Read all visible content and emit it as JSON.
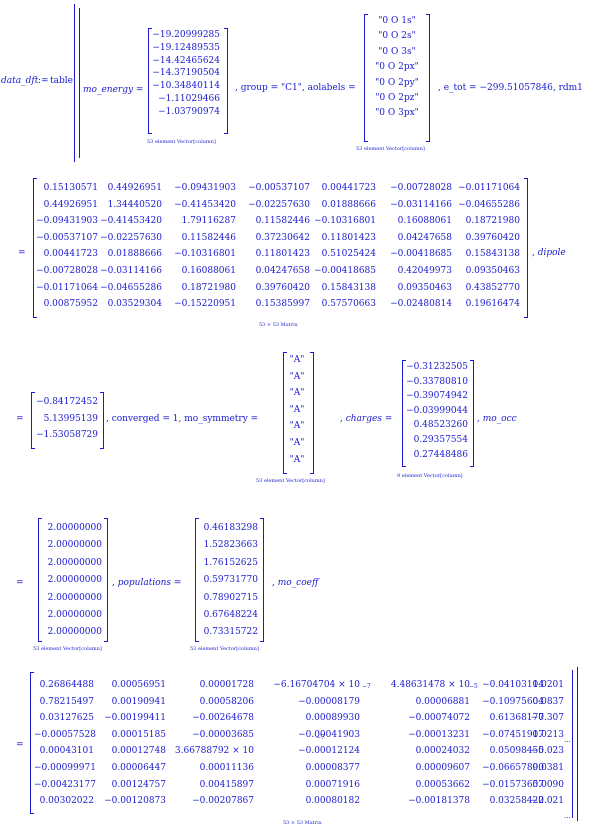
{
  "row1": {
    "lhs": "data_dft",
    "assign": ":=",
    "func": "table",
    "mo_energy_label": "mo_energy =",
    "mo_energy": [
      "−19.20999285",
      "−19.12489535",
      "−14.42465624",
      "−14.37190504",
      "−10.34840114",
      "−1.11029466",
      "−1.03790974"
    ],
    "mo_energy_caption": "53 element Vector[column]",
    "group_text": ", group = \"C1\", aolabels =",
    "aolabels": [
      "\"0 O 1s\"",
      "\"0 O 2s\"",
      "\"0 O 3s\"",
      "\"0 O 2px\"",
      "\"0 O 2py\"",
      "\"0 O 2pz\"",
      "\"0 O 3px\""
    ],
    "aolabels_caption": "53 element Vector[column]",
    "etot_text": ", e_tot = −299.51057846, rdm1"
  },
  "rdm1": {
    "prefix": "=",
    "columns": [
      [
        "0.15130571",
        "0.44926951",
        "−0.09431903",
        "−0.00537107",
        "0.00441723",
        "−0.00728028",
        "−0.01171064",
        "0.00875952"
      ],
      [
        "0.44926951",
        "1.34440520",
        "−0.41453420",
        "−0.02257630",
        "0.01888666",
        "−0.03114166",
        "−0.04655286",
        "0.03529304"
      ],
      [
        "−0.09431903",
        "−0.41453420",
        "1.79116287",
        "0.11582446",
        "−0.10316801",
        "0.16088061",
        "0.18721980",
        "−0.15220951"
      ],
      [
        "−0.00537107",
        "−0.02257630",
        "0.11582446",
        "0.37230642",
        "0.11801423",
        "0.04247658",
        "0.39760420",
        "0.15385997"
      ],
      [
        "0.00441723",
        "0.01888666",
        "−0.10316801",
        "0.11801423",
        "0.51025424",
        "−0.00418685",
        "0.15843138",
        "0.57570663"
      ],
      [
        "−0.00728028",
        "−0.03114166",
        "0.16088061",
        "0.04247658",
        "−0.00418685",
        "0.42049973",
        "0.09350463",
        "−0.02480814"
      ],
      [
        "−0.01171064",
        "−0.04655286",
        "0.18721980",
        "0.39760420",
        "0.15843138",
        "0.09350463",
        "0.43852770",
        "0.19616474"
      ]
    ],
    "suffix": ", dipole",
    "caption": "53 × 53 Matrix"
  },
  "row3": {
    "prefix": "=",
    "dipole": [
      "−0.84172452",
      "5.13995139",
      "−1.53058729"
    ],
    "mid_text": ", converged = 1, mo_symmetry =",
    "mo_symmetry": [
      "\"A\"",
      "\"A\"",
      "\"A\"",
      "\"A\"",
      "\"A\"",
      "\"A\"",
      "\"A\""
    ],
    "mo_symmetry_caption": "53 element Vector[column]",
    "charges_label": ", charges =",
    "charges": [
      "−0.31232505",
      "−0.33780810",
      "−0.39074942",
      "−0.03999044",
      "0.48523260",
      "0.29357554",
      "0.27448486"
    ],
    "charges_caption": "9 element Vector[column]",
    "suffix": ", mo_occ"
  },
  "row4": {
    "prefix": "=",
    "mo_occ": [
      "2.00000000",
      "2.00000000",
      "2.00000000",
      "2.00000000",
      "2.00000000",
      "2.00000000",
      "2.00000000"
    ],
    "mo_occ_caption": "53 element Vector[column]",
    "populations_label": ", populations =",
    "populations": [
      "0.46183298",
      "1.52823663",
      "1.76152625",
      "0.59731770",
      "0.78902715",
      "0.67648224",
      "0.73315722"
    ],
    "populations_caption": "53 element Vector[column]",
    "suffix": ", mo_coeff"
  },
  "mo_coeff": {
    "prefix": "=",
    "columns": [
      [
        "0.26864488",
        "0.78215497",
        "0.03127625",
        "−0.00057528",
        "0.00043101",
        "−0.00099971",
        "−0.00423177",
        "0.00302022"
      ],
      [
        "0.00056951",
        "0.00190941",
        "−0.00199411",
        "0.00015185",
        "0.00012748",
        "0.00006447",
        "0.00124757",
        "−0.00120873"
      ],
      [
        "0.00001728",
        "0.00058206",
        "−0.00264678",
        "−0.00003685",
        "3.66788792 × 10",
        "0.00011136",
        "0.00415897",
        "−0.00207867"
      ],
      [
        "−6.16704704 × 10",
        "−0.00008179",
        "0.00089930",
        "−0.00041903",
        "−0.00012124",
        "0.00008377",
        "0.00071916",
        "0.00080182"
      ],
      [
        "4.48631478 × 10",
        "0.00006881",
        "−0.00074072",
        "−0.00013231",
        "0.00024032",
        "0.00009607",
        "0.00053662",
        "−0.00181378"
      ],
      [
        "−0.04103114",
        "−0.10975604",
        "0.61368177",
        "−0.07451917",
        "0.05098455",
        "−0.06657890",
        "−0.01573657",
        "0.03258422"
      ],
      [
        "0.0201",
        "0.0837",
        "−0.307",
        "0.0213",
        "−0.023",
        "0.0381",
        "0.0090",
        "−0.021"
      ]
    ],
    "exp_a": "−5",
    "exp_b": "−7",
    "exp_c": "−7",
    "ellipsis": "...",
    "caption": "53 × 53 Matrix"
  }
}
